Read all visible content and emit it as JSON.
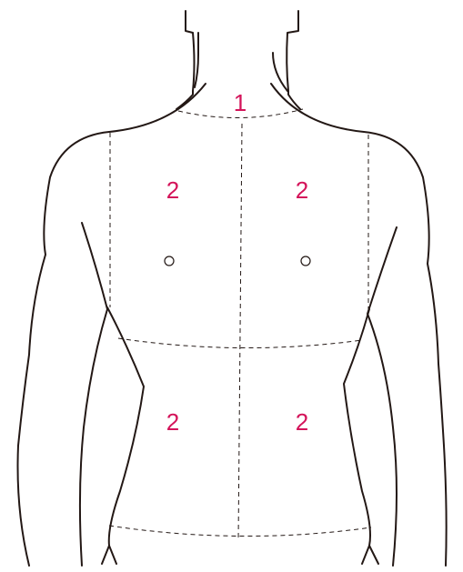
{
  "colors": {
    "outline": "#231815",
    "label": "#d4145a"
  },
  "labels": {
    "neck_zone": "1",
    "upper_left": "2",
    "upper_right": "2",
    "lower_left": "2",
    "lower_right": "2"
  }
}
